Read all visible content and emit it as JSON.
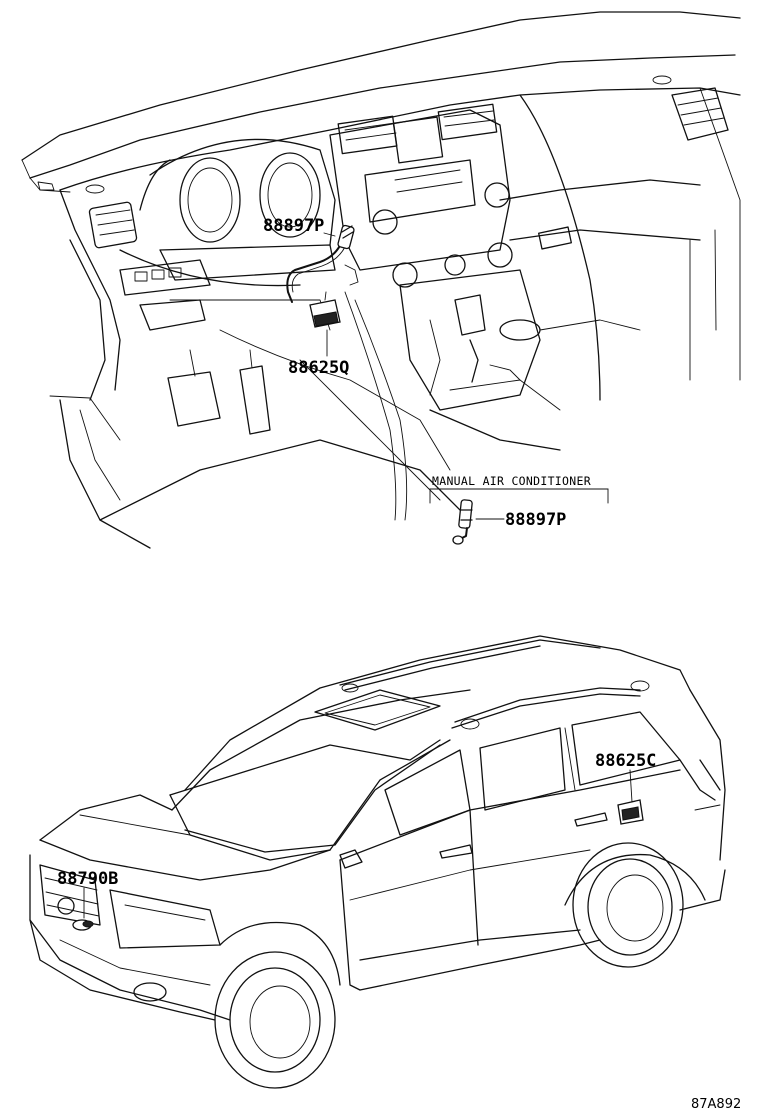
{
  "callouts": {
    "sensor_dash": "88897P",
    "sensor_dash_relay": "88625Q",
    "manual_ac_title": "MANUAL AIR CONDITIONER",
    "sensor_manual_ac": "88897P",
    "rear_relay": "88625C",
    "front_sensor": "88790B"
  },
  "figure_code": "87A892"
}
